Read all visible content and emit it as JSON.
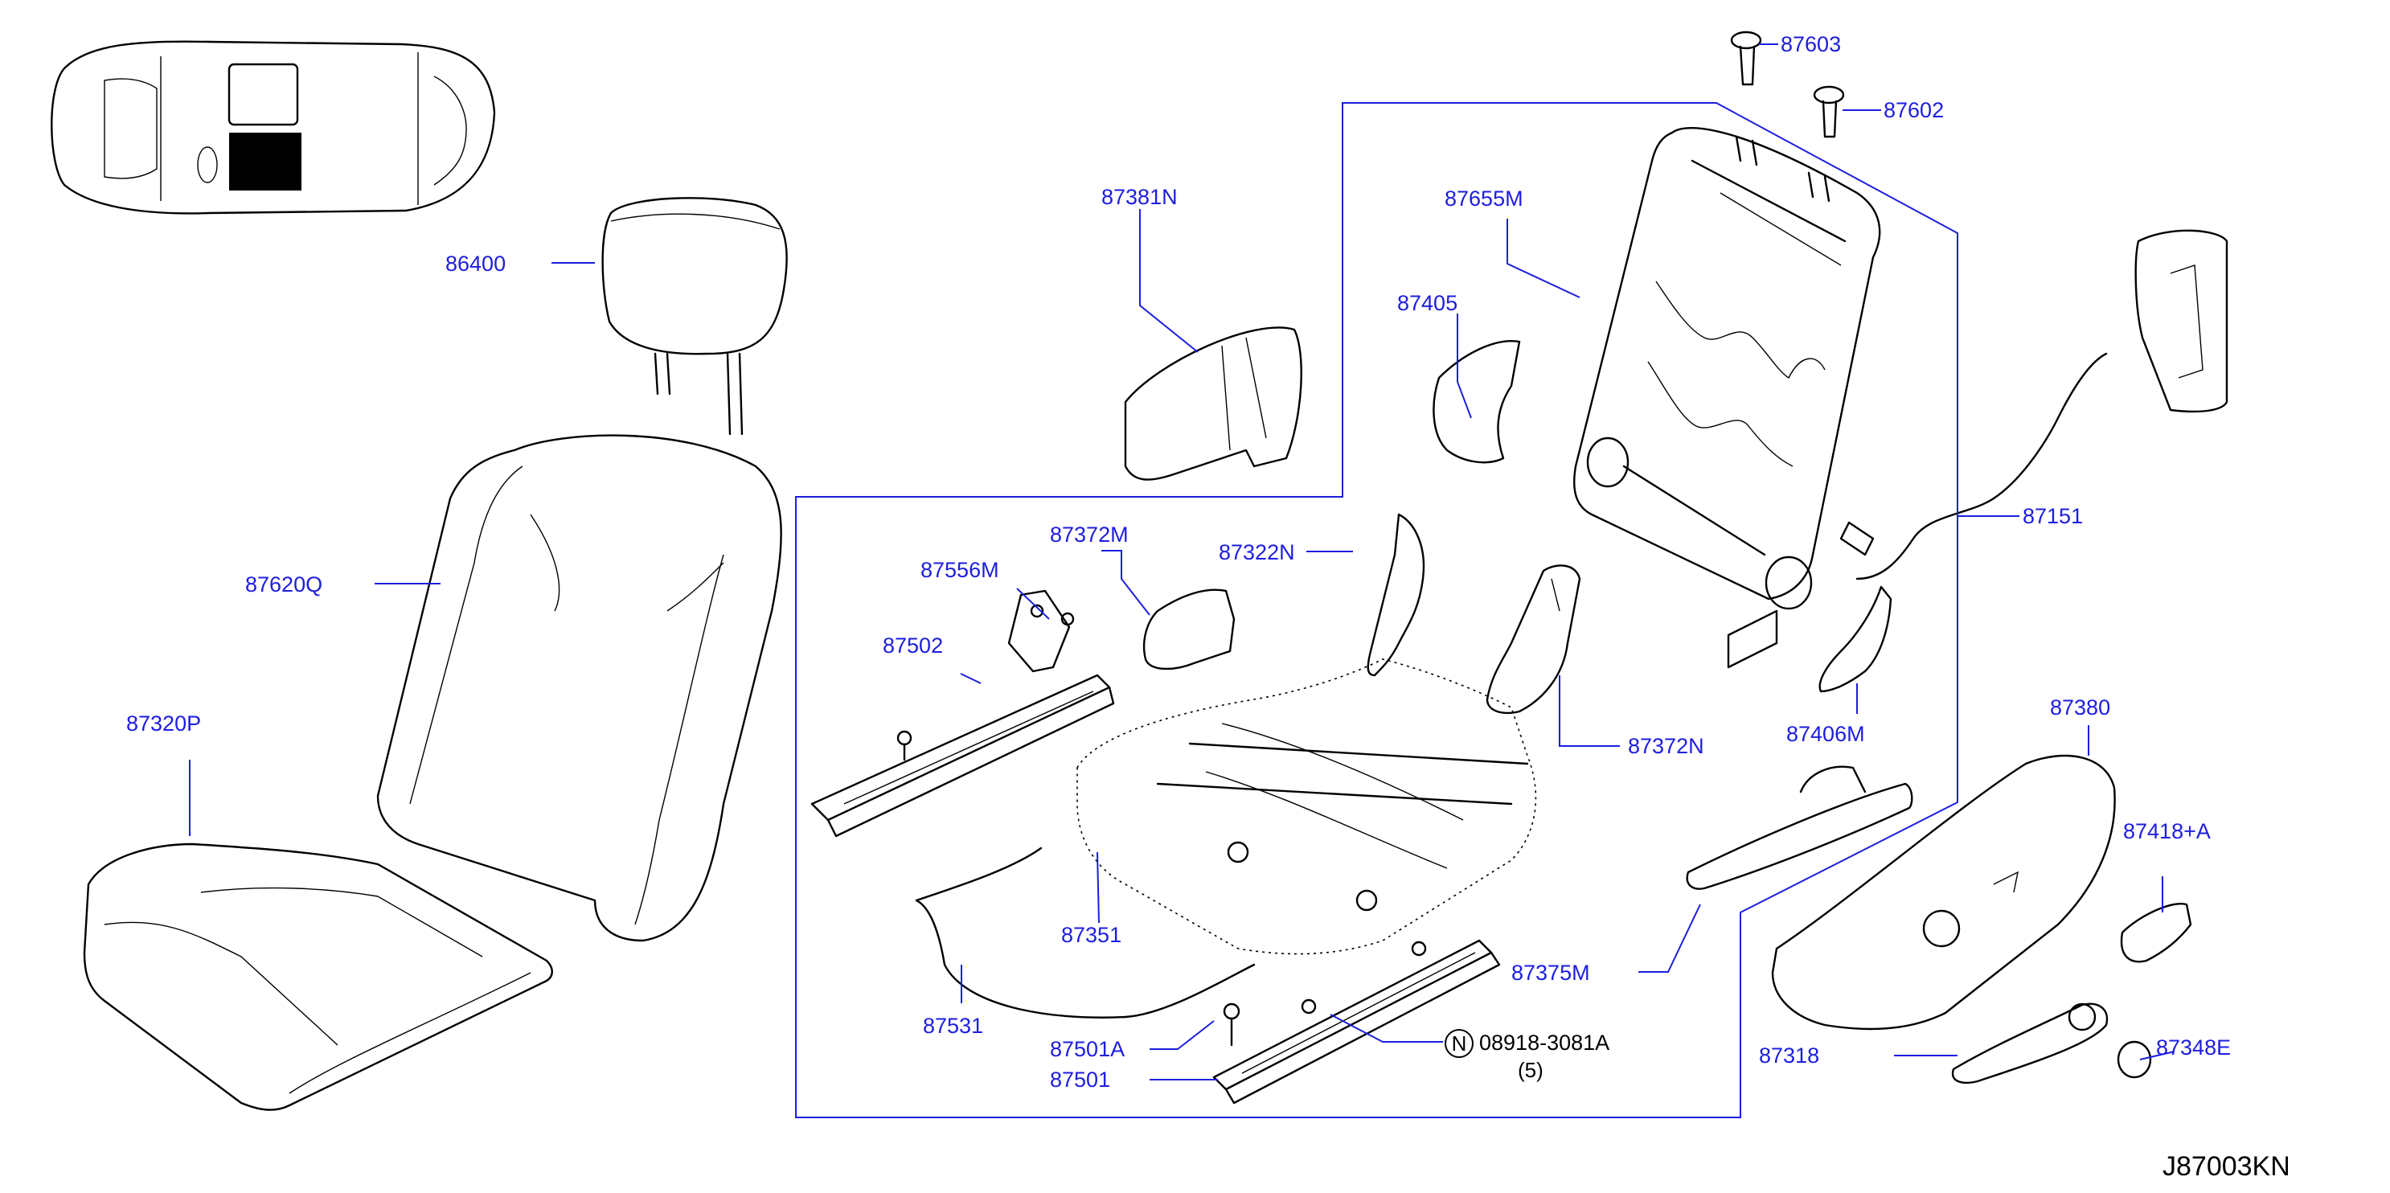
{
  "diagram_code": "J87003KN",
  "parts": {
    "p87603": "87603",
    "p87602": "87602",
    "p87381N": "87381N",
    "p87655M": "87655M",
    "p86400": "86400",
    "p87405": "87405",
    "p87151": "87151",
    "p87620Q": "87620Q",
    "p87372M": "87372M",
    "p87322N": "87322N",
    "p87556M": "87556M",
    "p87502": "87502",
    "p87406M": "87406M",
    "p87320P": "87320P",
    "p87372N": "87372N",
    "p87380": "87380",
    "p87418A": "87418+A",
    "p87351": "87351",
    "p87375M": "87375M",
    "p87531": "87531",
    "p87501A": "87501A",
    "p08918": "08918-3081A",
    "p87501": "87501",
    "p87318": "87318",
    "p87348E": "87348E"
  },
  "nut_symbol": "N",
  "nut_quantity": "(5)"
}
